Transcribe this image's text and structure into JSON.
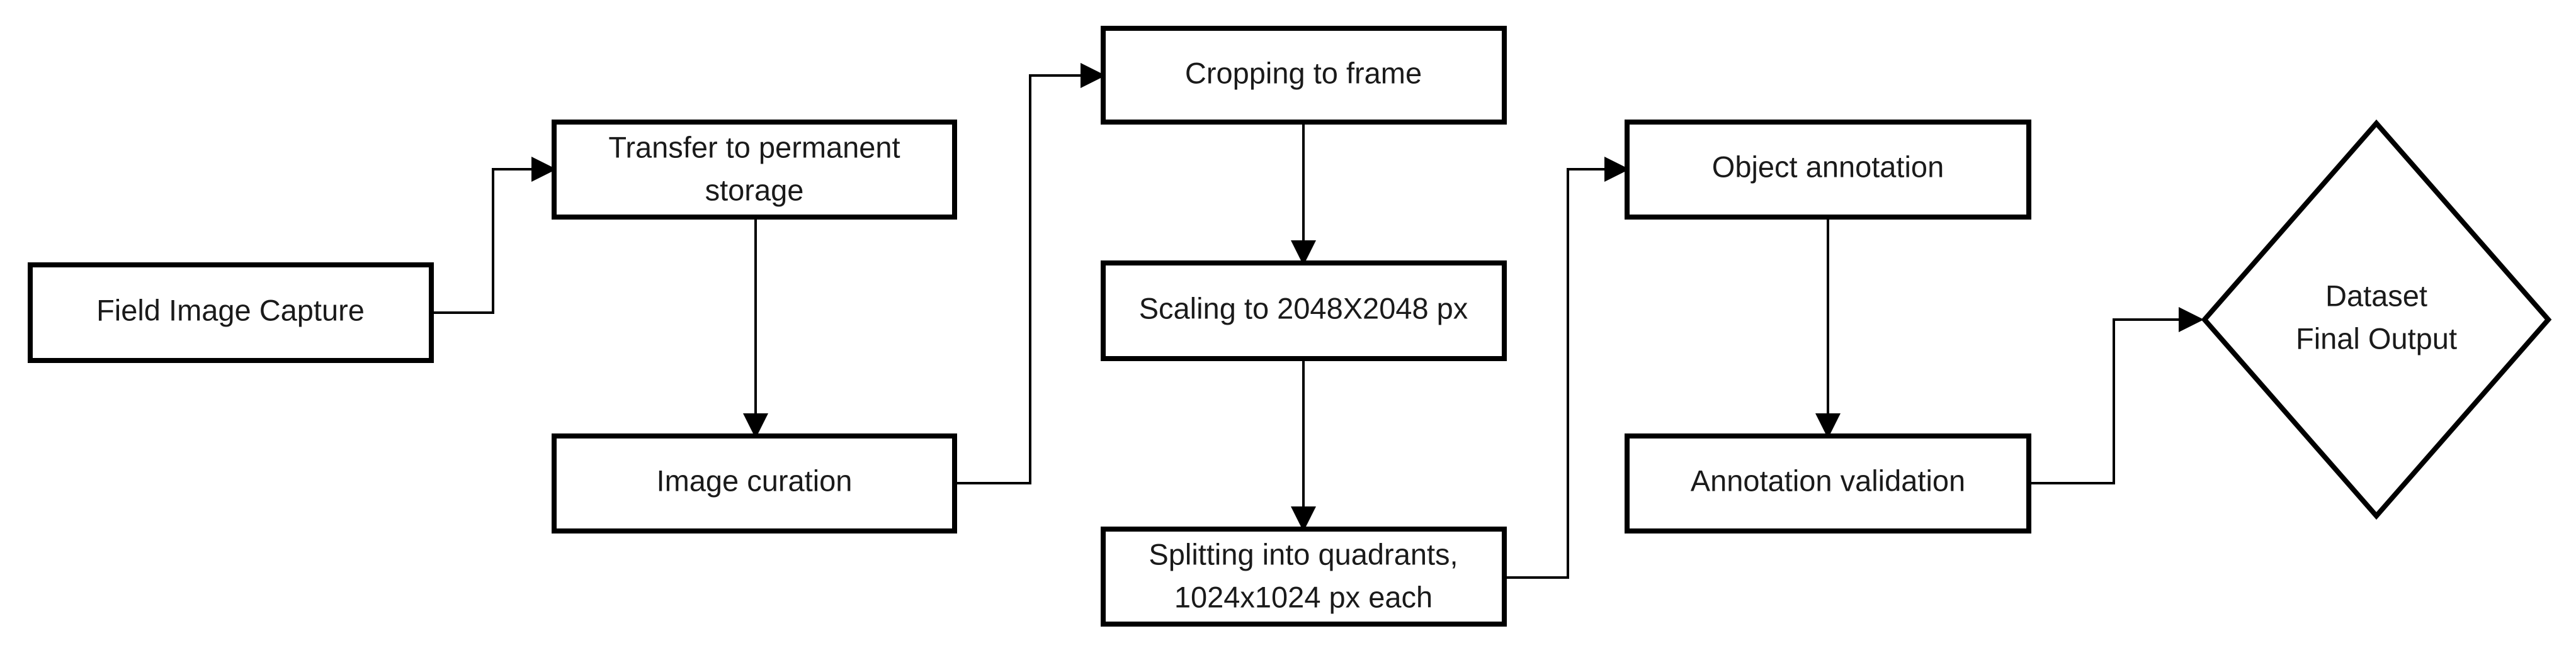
{
  "diagram": {
    "nodes": {
      "field_capture": {
        "label": "Field Image Capture"
      },
      "transfer": {
        "label_line1": "Transfer to permanent",
        "label_line2": "storage"
      },
      "curation": {
        "label": "Image curation"
      },
      "cropping": {
        "label": "Cropping to frame"
      },
      "scaling": {
        "label": "Scaling to 2048X2048 px"
      },
      "splitting": {
        "label_line1": "Splitting into quadrants,",
        "label_line2": "1024x1024 px each"
      },
      "annotation": {
        "label": "Object annotation"
      },
      "validation": {
        "label": "Annotation validation"
      },
      "output": {
        "label_line1": "Dataset",
        "label_line2": "Final Output"
      }
    },
    "edges": [
      {
        "from": "field_capture",
        "to": "transfer"
      },
      {
        "from": "transfer",
        "to": "curation"
      },
      {
        "from": "curation",
        "to": "cropping"
      },
      {
        "from": "cropping",
        "to": "scaling"
      },
      {
        "from": "scaling",
        "to": "splitting"
      },
      {
        "from": "splitting",
        "to": "annotation"
      },
      {
        "from": "annotation",
        "to": "validation"
      },
      {
        "from": "validation",
        "to": "output"
      }
    ],
    "colors": {
      "stroke": "#000000",
      "fill": "#ffffff",
      "text": "#1a1a1a"
    }
  }
}
